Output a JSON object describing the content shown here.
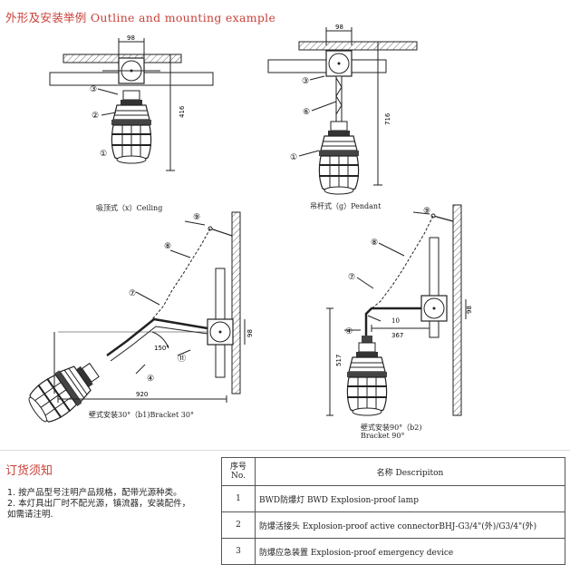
{
  "header": {
    "title": "外形及安装举例 Outline and mounting example"
  },
  "figures": {
    "ceiling": {
      "caption": "吸顶式（x）Ceiling",
      "dim_width": "98",
      "dim_height": "416",
      "callouts": [
        "③",
        "②",
        "①"
      ]
    },
    "pendant": {
      "caption": "吊杆式（g）Pendant",
      "dim_width": "98",
      "dim_height": "716",
      "callouts": [
        "③",
        "⑥",
        "①"
      ]
    },
    "bracket30": {
      "caption": "壁式安装30°（b1)Bracket 30°",
      "dim_span": "920",
      "dim_side": "98",
      "angle": "150°",
      "callouts": [
        "⑨",
        "⑧",
        "⑦",
        "④",
        "⑪"
      ]
    },
    "bracket90": {
      "caption_line1": "壁式安装90°（b2)",
      "caption_line2": "Bracket 90°",
      "dim_span": "367",
      "dim_side": "98",
      "dim_height": "517",
      "callouts": [
        "⑨",
        "⑧",
        "⑦",
        "④",
        "10"
      ]
    }
  },
  "order": {
    "title": "订货须知",
    "notes": [
      "1. 按产品型号注明产品规格，配带光源种类。",
      "2. 本灯具出厂时不配光源，镇流器，安装配件，",
      "   如需请注明."
    ]
  },
  "parts_table": {
    "headers": {
      "no_line1": "序号",
      "no_line2": "No.",
      "name": "名称 Descripiton"
    },
    "rows": [
      {
        "no": "1",
        "name": "BWD防爆灯 BWD Explosion-proof lamp"
      },
      {
        "no": "2",
        "name": "防爆活接头 Explosion-proof active connectorBHJ-G3/4\"(外)/G3/4\"(外)"
      },
      {
        "no": "3",
        "name": "防爆应急装置 Explosion-proof emergency device"
      }
    ]
  }
}
